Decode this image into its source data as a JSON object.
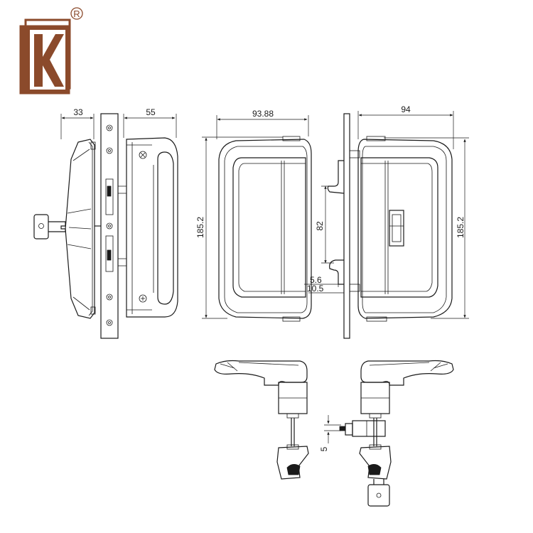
{
  "brand": {
    "logo_letter": "K",
    "registered_mark": "R",
    "color": "#8b4a2b"
  },
  "dimensions": {
    "side_knob_depth": "33",
    "side_body_depth": "55",
    "front_width": "93.88",
    "front_height": "185.2",
    "rear_width": "94",
    "rear_height": "185.2",
    "strike_spacing": "82",
    "offset_a": "5.6",
    "offset_b": "10.5",
    "spindle_size": "5"
  },
  "colors": {
    "line": "#1a1a1a",
    "background": "#ffffff"
  }
}
